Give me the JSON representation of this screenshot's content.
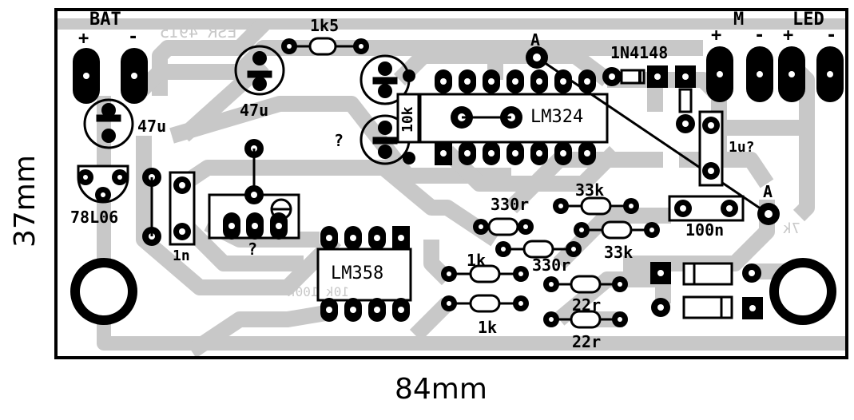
{
  "board": {
    "title": "ESR meter PCB layout",
    "width_label": "84mm",
    "height_label": "37mm",
    "colors": {
      "copper": "#c8c8c8",
      "silk": "#000000",
      "background": "#ffffff"
    }
  },
  "connectors": {
    "bat": {
      "label": "BAT",
      "plus": "+",
      "minus": "-"
    },
    "motor": {
      "label": "M",
      "plus": "+",
      "minus": "-"
    },
    "led": {
      "label": "LED",
      "plus": "+",
      "minus": "-"
    }
  },
  "mirrored_copper_text": {
    "title": "ESR 4915",
    "r7k": "7k",
    "bottom_text": "10k 100k"
  },
  "components": {
    "c1": "47u",
    "c2": "47u",
    "r_1k5": "1k5",
    "r_10k": "10k",
    "unknown1": "?",
    "unknown2": "?",
    "regulator": "78L06",
    "c_1n": "1n",
    "opamp_quad": "LM324",
    "opamp_dual": "LM358",
    "diode": "1N4148",
    "c_1u": "1u?",
    "c_100n": "100n",
    "r_330r_a": "330r",
    "r_330r_b": "330r",
    "r_33k_a": "33k",
    "r_33k_b": "33k",
    "r_1k_a": "1k",
    "r_1k_b": "1k",
    "r_22r_a": "22r",
    "r_22r_b": "22r",
    "test_point_a1": "A",
    "test_point_a2": "A"
  }
}
